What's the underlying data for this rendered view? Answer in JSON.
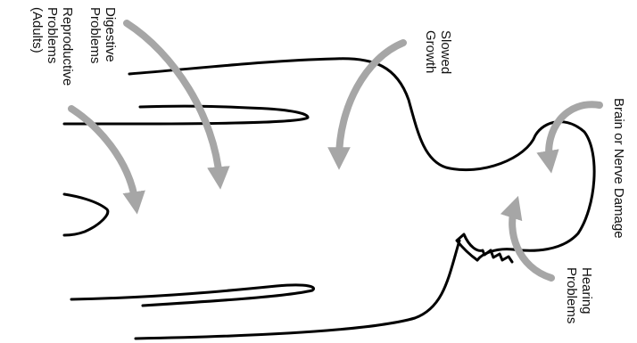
{
  "labels": {
    "reproductive": [
      "Reproductive",
      "Problems",
      "(Adults)"
    ],
    "digestive": [
      "Digestive",
      "Problems"
    ],
    "slowed_growth": [
      "Slowed",
      "Growth"
    ],
    "brain": [
      "Brain or Nerve Damage"
    ],
    "hearing": [
      "Hearing",
      "Problems"
    ]
  },
  "colors": {
    "outline": "#000000",
    "arrow": "#a6a6a6",
    "text": "#111111"
  }
}
